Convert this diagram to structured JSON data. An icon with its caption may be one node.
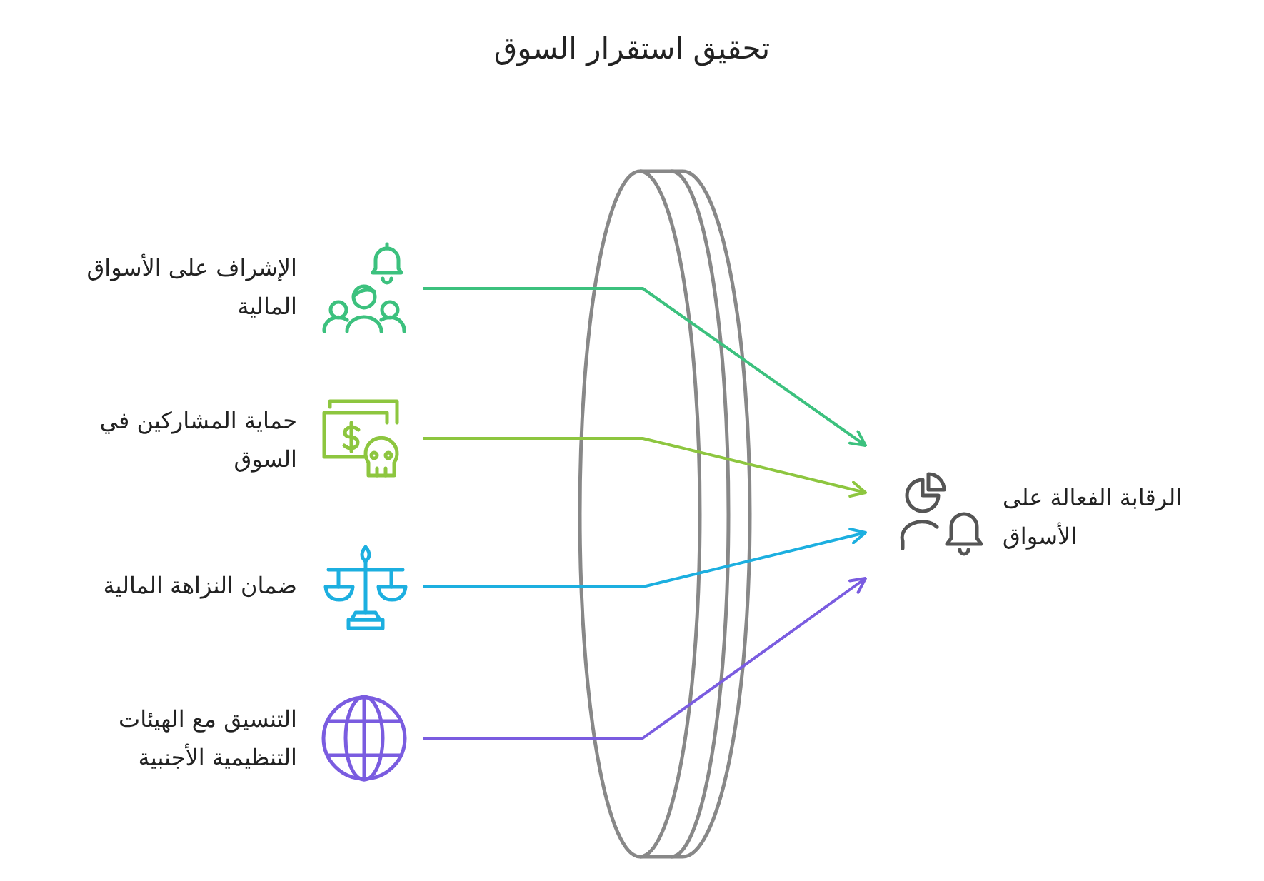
{
  "diagram": {
    "title": "تحقيق استقرار السوق",
    "nodes": [
      {
        "text": [
          "الإشراف على الأسواق المالية"
        ]
      },
      {
        "text": [
          "حماية المشاركين في السوق"
        ]
      },
      {
        "text": [
          "ضمان النزاهة المالية"
        ]
      },
      {
        "text": [
          "التنسيق مع الهيئات التنظيمية الأجنبية"
        ]
      },
      {
        "text": [
          "الرقابة الفعالة على الأسواق"
        ]
      }
    ],
    "edges": [
      {
        "from": 0,
        "to": 4,
        "arrow": "to",
        "color": "#3cc17e"
      },
      {
        "from": 1,
        "to": 4,
        "arrow": "to",
        "color": "#8dc63f"
      },
      {
        "from": 2,
        "to": 4,
        "arrow": "to",
        "color": "#1cafe0"
      },
      {
        "from": 3,
        "to": 4,
        "arrow": "to",
        "color": "#7a5ce0"
      }
    ]
  }
}
